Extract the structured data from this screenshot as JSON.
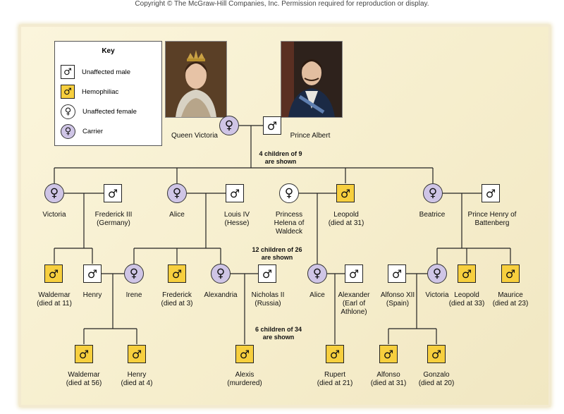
{
  "copyright": "Copyright © The McGraw-Hill Companies, Inc. Permission required for reproduction or display.",
  "key": {
    "title": "Key",
    "unaffected_male": "Unaffected male",
    "hemophiliac": "Hemophiliac",
    "unaffected_female": "Unaffected female",
    "carrier": "Carrier"
  },
  "symbols": {
    "male": "♂",
    "female": "♀"
  },
  "colors": {
    "hemophiliac": "#f7cf3e",
    "carrier": "#cfc5e6"
  },
  "gen1": {
    "mother": "Queen Victoria",
    "father": "Prince Albert",
    "note": "4 children of 9\nare shown"
  },
  "gen2": {
    "victoria": "Victoria",
    "frederick3": "Frederick III\n(Germany)",
    "alice": "Alice",
    "louis4": "Louis IV\n(Hesse)",
    "helena": "Princess\nHelena of\nWaldeck",
    "leopold": "Leopold\n(died at 31)",
    "beatrice": "Beatrice",
    "henry_battenberg": "Prince Henry of\nBattenberg",
    "note": "12 children of 26\nare shown"
  },
  "gen3": {
    "waldemar": "Waldemar\n(died at 11)",
    "henry": "Henry",
    "irene": "Irene",
    "frederick": "Frederick\n(died at 3)",
    "alexandria": "Alexandria",
    "nicholas": "Nicholas II\n(Russia)",
    "alice": "Alice",
    "alexander": "Alexander\n(Earl of\nAthlone)",
    "alfonso13": "Alfonso XII\n(Spain)",
    "victoria": "Victoria",
    "leopold": "Leopold\n(died at 33)",
    "maurice": "Maurice\n(died at 23)",
    "note": "6 children of 34\nare shown"
  },
  "gen4": {
    "waldemar": "Waldemar\n(died at 56)",
    "henry": "Henry\n(died at 4)",
    "alexis": "Alexis\n(murdered)",
    "rupert": "Rupert\n(died at 21)",
    "alfonso": "Alfonso\n(died at 31)",
    "gonzalo": "Gonzalo\n(died at 20)"
  }
}
